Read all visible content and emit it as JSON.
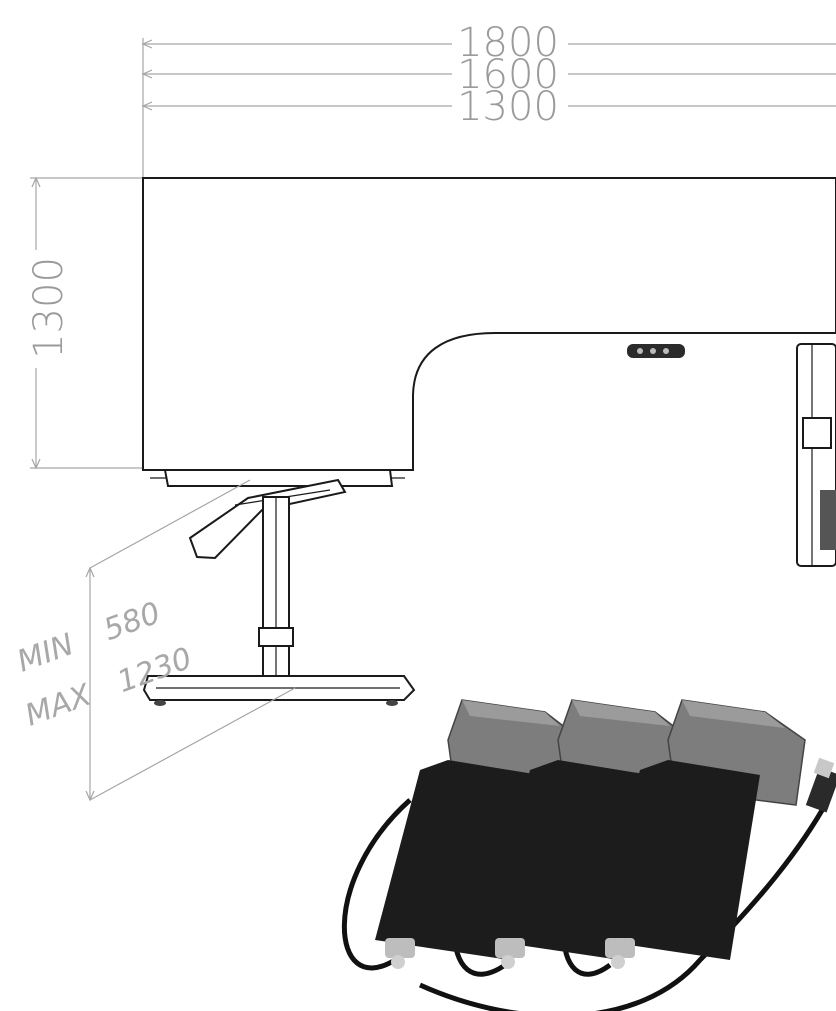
{
  "dimensions": {
    "width_top": "1800",
    "width_mid": "1600",
    "width_low": "1300",
    "depth": "1300",
    "height_min_label": "MIN",
    "height_min_value": "580",
    "height_max_label": "MAX",
    "height_max_value": "1230"
  },
  "colors": {
    "dimension_gray": "#9a9a9a",
    "outline": "#1a1a1a",
    "motor_body": "#1c1c1c",
    "motor_gearbox": "#7d7d7d"
  },
  "motor_count": 3
}
